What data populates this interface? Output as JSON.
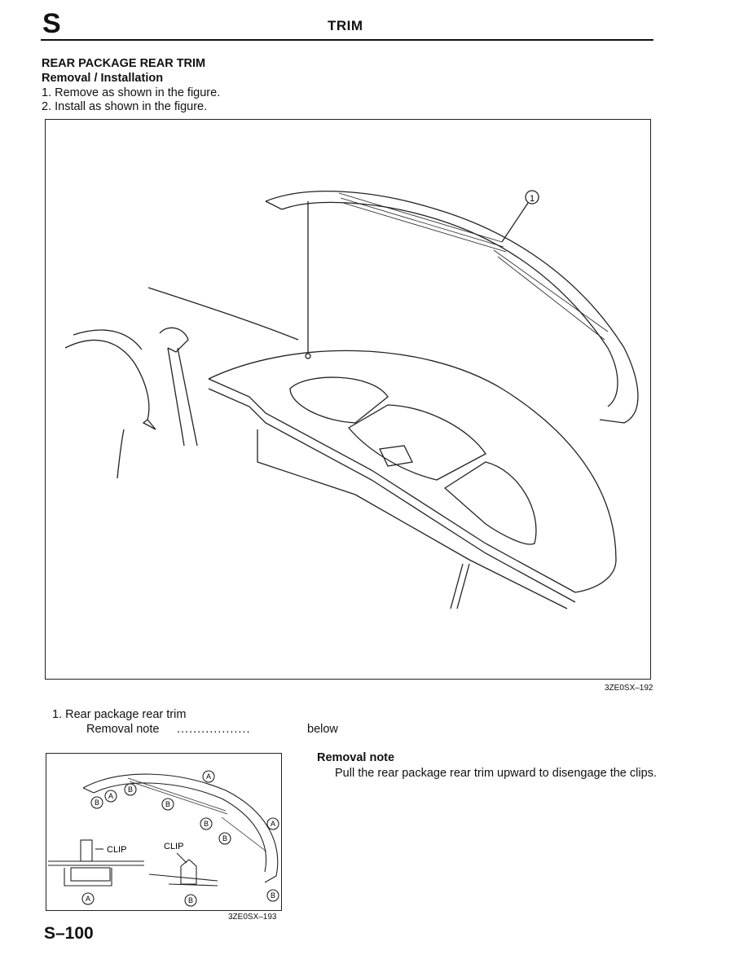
{
  "header": {
    "section_letter": "S",
    "title": "TRIM"
  },
  "section": {
    "heading": "REAR PACKAGE REAR TRIM",
    "subheading": "Removal / Installation",
    "steps": [
      "1.  Remove as shown in the figure.",
      "2.  Install as shown in the figure."
    ]
  },
  "figure_main": {
    "callout": "1",
    "code": "3ZE0SX–192"
  },
  "parts": {
    "item": "1.  Rear package rear trim",
    "note_label": "Removal note",
    "leader": "..................",
    "note_ref": "below"
  },
  "figure_detail": {
    "label_a": "A",
    "label_b": "B",
    "clip_label": "CLIP",
    "code": "3ZE0SX–193"
  },
  "removal_note": {
    "title": "Removal note",
    "text": "Pull the rear package rear trim upward to disengage the clips."
  },
  "footer": {
    "page_number": "S–100"
  }
}
